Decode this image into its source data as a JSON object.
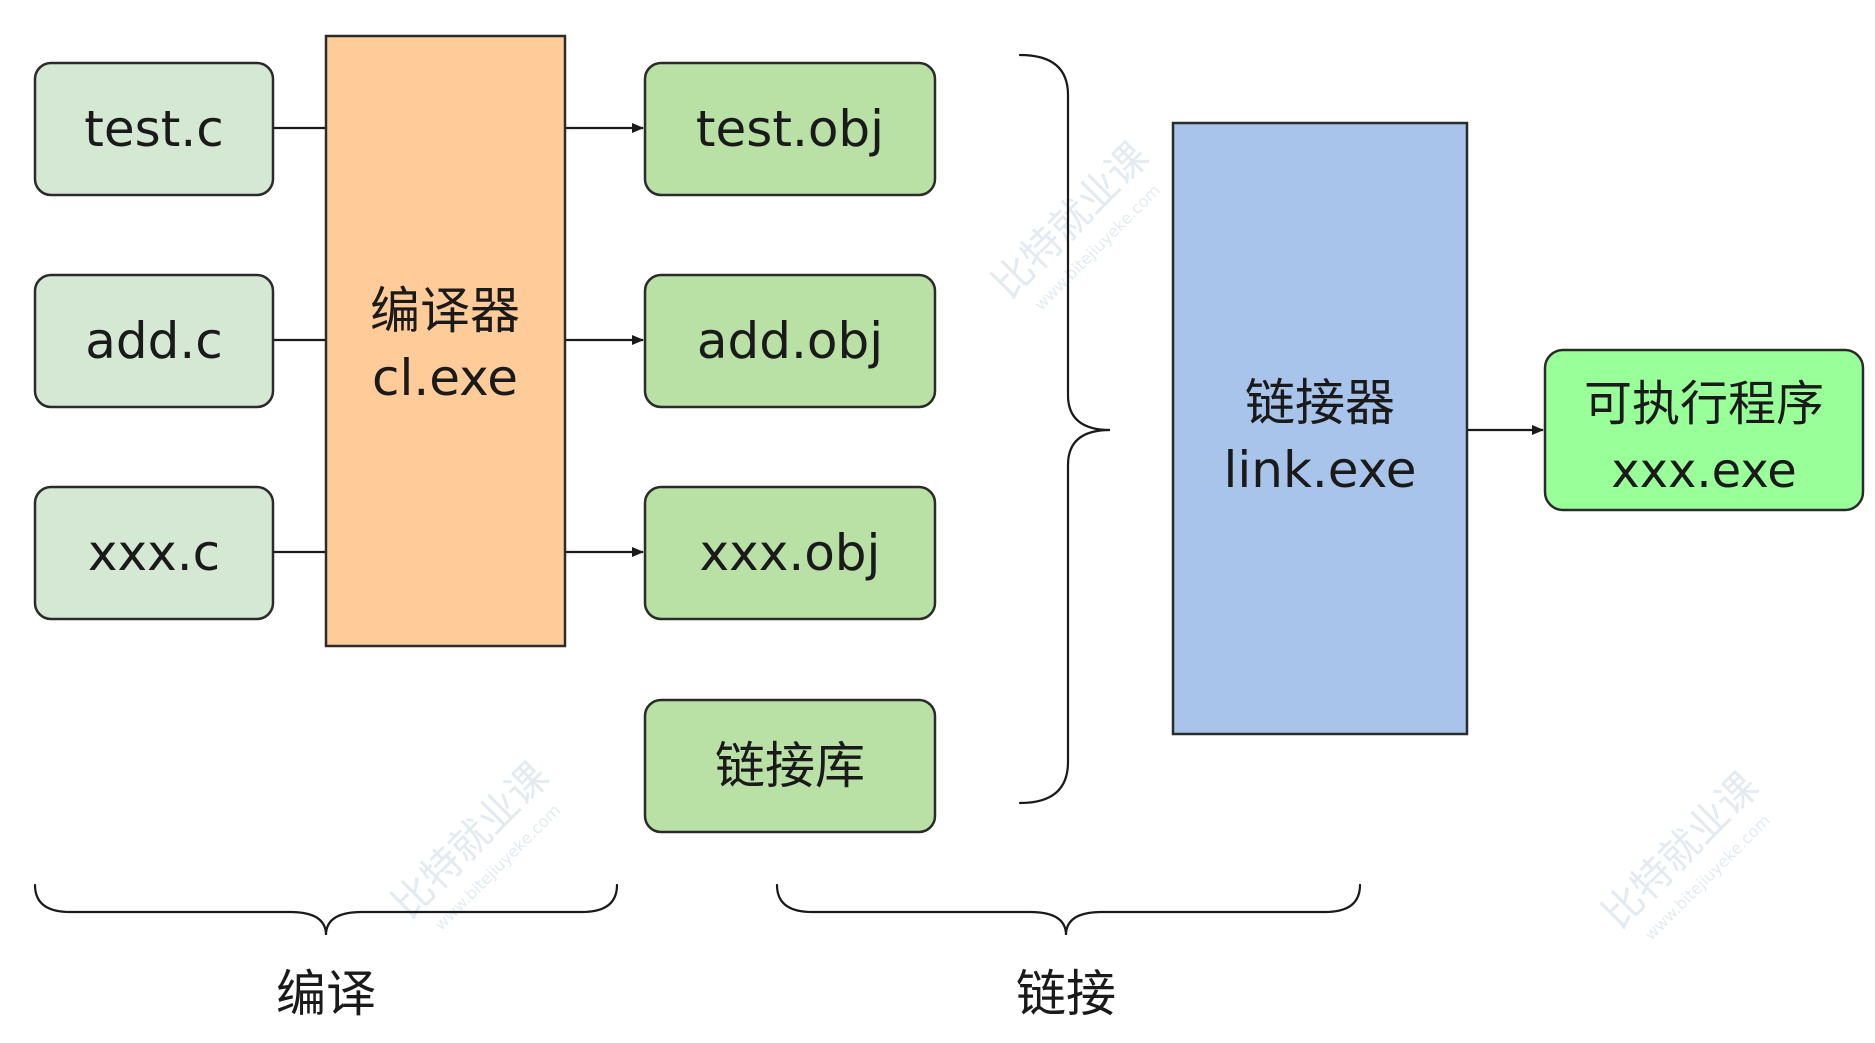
{
  "colors": {
    "source": "#d5e8d4",
    "compiler": "#ffcc99",
    "object": "#b9e0a5",
    "linker": "#a9c4eb",
    "executable": "#99ff99"
  },
  "sources": [
    "test.c",
    "add.c",
    "xxx.c"
  ],
  "compiler": {
    "line1": "编译器",
    "line2": "cl.exe"
  },
  "objects": [
    "test.obj",
    "add.obj",
    "xxx.obj"
  ],
  "library": "链接库",
  "linker": {
    "line1": "链接器",
    "line2": "link.exe"
  },
  "executable": {
    "line1": "可执行程序",
    "line2": "xxx.exe"
  },
  "phases": {
    "compile": "编译",
    "link": "链接"
  },
  "watermark": {
    "brand": "比特就业课",
    "url": "www.bitejiuyeke.com"
  }
}
